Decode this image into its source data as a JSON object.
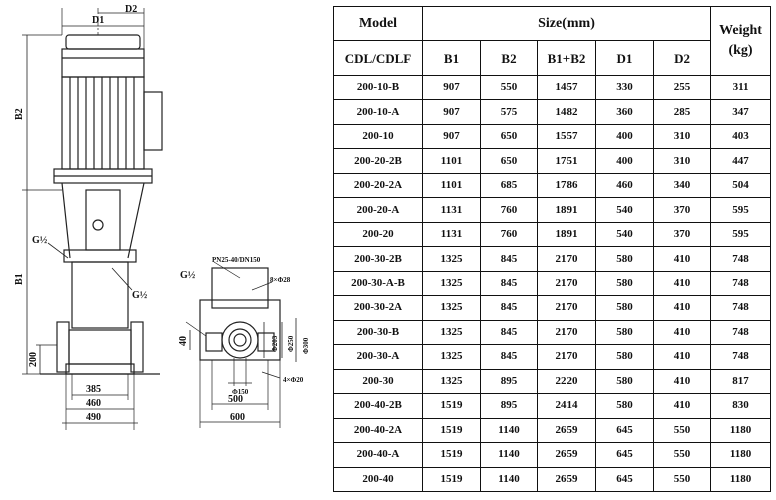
{
  "drawing": {
    "dims": {
      "d1": "D1",
      "d2": "D2",
      "b1": "B1",
      "b2": "B2",
      "g_upper": "G½",
      "g_lower": "G½",
      "g_side": "G½",
      "h200": "200",
      "w385": "385",
      "w460": "460",
      "w490": "490",
      "flange_spec": "PN25-40/DN150",
      "bolts_top": "8×Φ28",
      "h40": "40",
      "dia203": "Φ203",
      "dia250": "Φ250",
      "dia300": "Φ300",
      "dia150": "Φ150",
      "base_holes": "4×Φ20",
      "w500": "500",
      "w600": "600"
    }
  },
  "table": {
    "header": {
      "model": "Model",
      "size": "Size(mm)",
      "weight": "Weight",
      "weight_unit": "(kg)",
      "series": "CDL/CDLF",
      "b1": "B1",
      "b2": "B2",
      "b1b2": "B1+B2",
      "d1": "D1",
      "d2": "D2"
    },
    "rows": [
      [
        "200-10-B",
        "907",
        "550",
        "1457",
        "330",
        "255",
        "311"
      ],
      [
        "200-10-A",
        "907",
        "575",
        "1482",
        "360",
        "285",
        "347"
      ],
      [
        "200-10",
        "907",
        "650",
        "1557",
        "400",
        "310",
        "403"
      ],
      [
        "200-20-2B",
        "1101",
        "650",
        "1751",
        "400",
        "310",
        "447"
      ],
      [
        "200-20-2A",
        "1101",
        "685",
        "1786",
        "460",
        "340",
        "504"
      ],
      [
        "200-20-A",
        "1131",
        "760",
        "1891",
        "540",
        "370",
        "595"
      ],
      [
        "200-20",
        "1131",
        "760",
        "1891",
        "540",
        "370",
        "595"
      ],
      [
        "200-30-2B",
        "1325",
        "845",
        "2170",
        "580",
        "410",
        "748"
      ],
      [
        "200-30-A-B",
        "1325",
        "845",
        "2170",
        "580",
        "410",
        "748"
      ],
      [
        "200-30-2A",
        "1325",
        "845",
        "2170",
        "580",
        "410",
        "748"
      ],
      [
        "200-30-B",
        "1325",
        "845",
        "2170",
        "580",
        "410",
        "748"
      ],
      [
        "200-30-A",
        "1325",
        "845",
        "2170",
        "580",
        "410",
        "748"
      ],
      [
        "200-30",
        "1325",
        "895",
        "2220",
        "580",
        "410",
        "817"
      ],
      [
        "200-40-2B",
        "1519",
        "895",
        "2414",
        "580",
        "410",
        "830"
      ],
      [
        "200-40-2A",
        "1519",
        "1140",
        "2659",
        "645",
        "550",
        "1180"
      ],
      [
        "200-40-A",
        "1519",
        "1140",
        "2659",
        "645",
        "550",
        "1180"
      ],
      [
        "200-40",
        "1519",
        "1140",
        "2659",
        "645",
        "550",
        "1180"
      ]
    ]
  }
}
